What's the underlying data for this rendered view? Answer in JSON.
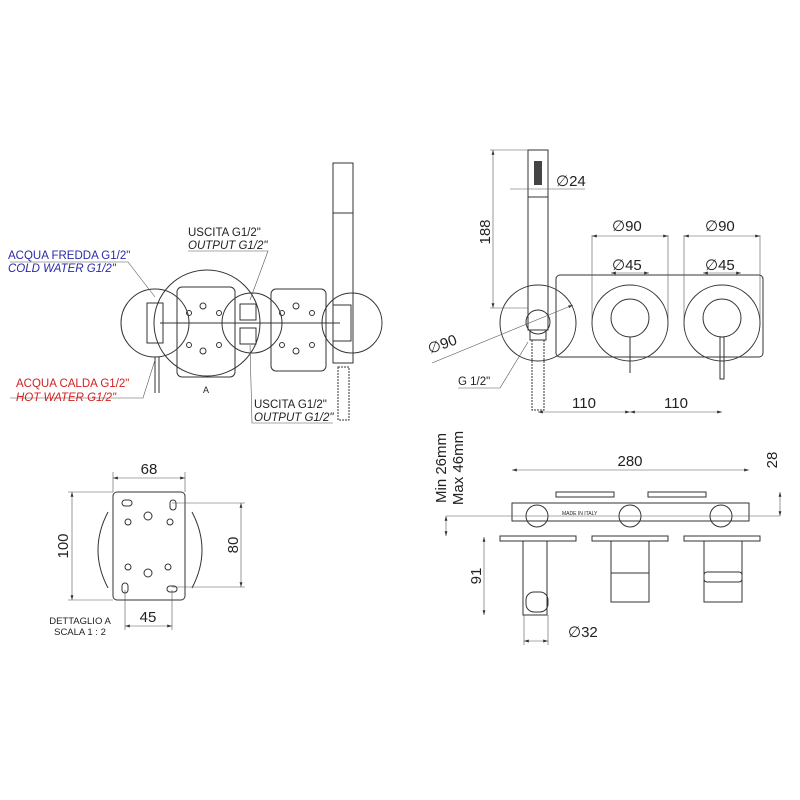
{
  "colors": {
    "cold": "#2a2aa8",
    "hot": "#d42020",
    "line": "#333333"
  },
  "front_view": {
    "cold_it": "ACQUA FREDDA G1/2\"",
    "cold_en": "COLD WATER G1/2\"",
    "hot_it": "ACQUA CALDA G1/2\"",
    "hot_en": "HOT WATER G1/2\"",
    "out1_it": "USCITA G1/2\"",
    "out1_en": "OUTPUT G1/2\"",
    "out2_it": "USCITA G1/2\"",
    "out2_en": "OUTPUT G1/2\"",
    "detail_marker": "A"
  },
  "elevation": {
    "d24": "24",
    "h188": "188",
    "d90_a": "90",
    "d90_b": "90",
    "d45_a": "45",
    "d45_b": "45",
    "d90_shower": "90",
    "thread": "G 1/2\"",
    "w110_a": "110",
    "w110_b": "110",
    "diameter_symbol": "∅"
  },
  "side_view": {
    "min": "Min 26mm",
    "max": "Max 46mm",
    "w280": "280",
    "h28": "28",
    "h91": "91",
    "d32": "32"
  },
  "detail": {
    "w68": "68",
    "h100": "100",
    "h80": "80",
    "w45": "45",
    "title": "DETTAGLIO A",
    "scale": "SCALA 1 : 2"
  }
}
